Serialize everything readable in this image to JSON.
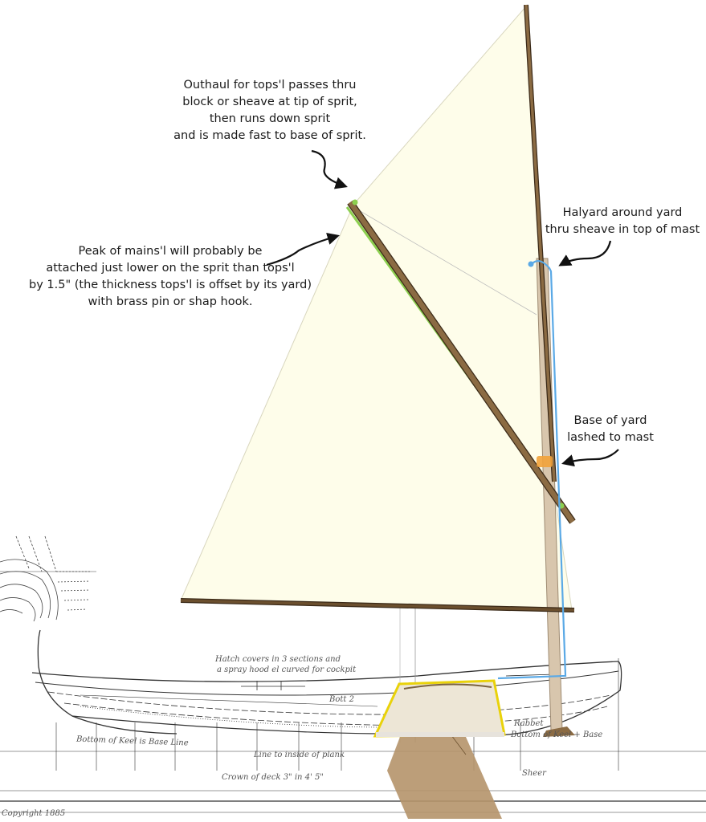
{
  "annotations": {
    "outhaul": {
      "lines": [
        "Outhaul for tops'l passes thru",
        "block or sheave at tip of sprit,",
        "then runs down sprit",
        "and is made fast to base of sprit."
      ]
    },
    "peak": {
      "lines": [
        "Peak of mains'l will probably be",
        "attached just lower on the sprit than tops'l",
        "by 1.5\" (the thickness tops'l is offset by its yard)",
        "with brass pin or shap hook."
      ]
    },
    "halyard": {
      "lines": [
        "Halyard around yard",
        "thru sheave in top of mast"
      ]
    },
    "yard_base": {
      "lines": [
        "Base of yard",
        "lashed to mast"
      ]
    }
  },
  "drawing_notes": {
    "hull_note_1": "Hatch covers in 3 sections and",
    "hull_note_2": "a spray hood el curved for cockpit",
    "keel_bottom": "Bottom of Keel is Base Line",
    "rabbet": "Rabbet",
    "bottom_keel_right": "Bottom of Keel + Base",
    "plank": "Line to inside of plank",
    "crown": "Crown of deck 3\" in 4' 5\"",
    "sheer": "Sheer",
    "station_label": "Bott 2",
    "credit": "Copyright 1885"
  },
  "colors": {
    "sail": "#fefdea",
    "spar": "#8b6b43",
    "spar_edge": "#3b2a18",
    "mast_yard": "#d8c6ad",
    "green_line": "#8ccf4f",
    "blue_line": "#5aa9e6",
    "orange_lashing": "#f2a23a",
    "cockpit_outline": "#e9d20a",
    "centerboard": "#b5946a"
  }
}
